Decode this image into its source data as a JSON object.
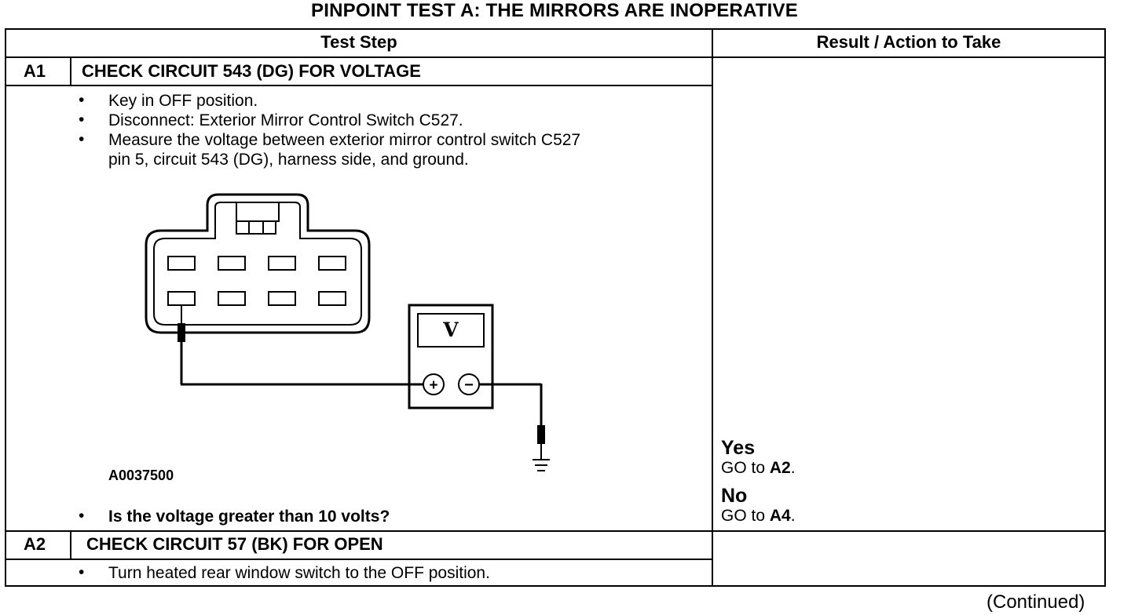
{
  "title": "PINPOINT TEST  A: THE MIRRORS ARE INOPERATIVE",
  "table": {
    "headers": {
      "test_step": "Test Step",
      "result": "Result / Action to Take"
    },
    "steps": [
      {
        "id": "A1",
        "heading": "CHECK CIRCUIT 543 (DG) FOR VOLTAGE",
        "bullets": [
          "Key in OFF position.",
          "Disconnect: Exterior Mirror Control Switch C527.",
          "Measure the voltage between exterior mirror control switch C527",
          "pin 5, circuit 543 (DG), harness side, and ground."
        ],
        "figure": {
          "meter_label": "V",
          "plus": "+",
          "minus": "−",
          "ref_code": "A0037500"
        },
        "question": "Is the voltage greater than 10 volts?",
        "answers": [
          {
            "label": "Yes",
            "go_prefix": "GO to",
            "go_target": "A2",
            "suffix": "."
          },
          {
            "label": "No",
            "go_prefix": "GO to",
            "go_target": "A4",
            "suffix": "."
          }
        ]
      },
      {
        "id": "A2",
        "heading": "CHECK CIRCUIT 57 (BK) FOR OPEN",
        "bullets": [
          "Turn heated rear window switch to the OFF position."
        ]
      }
    ]
  },
  "footer": {
    "continued": "(Continued)"
  },
  "icons": {
    "bullet": "•",
    "ground": "ground-symbol-icon",
    "connector": "connector-c527-icon",
    "meter": "voltmeter-icon"
  }
}
